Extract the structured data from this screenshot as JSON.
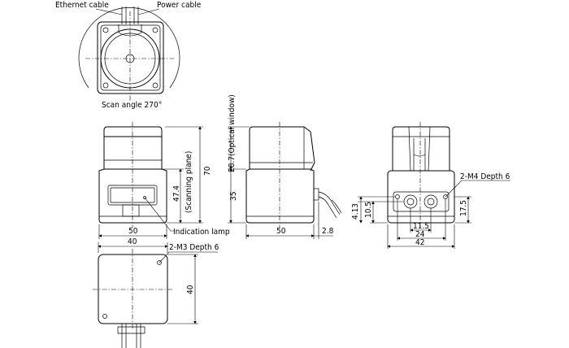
{
  "top_view": {
    "ethernet_cable": "Ethernet cable",
    "power_cable": "Power cable",
    "scan_angle": "Scan angle 270°"
  },
  "front_view": {
    "dim_height": "70",
    "dim_scanning_value": "47.4",
    "dim_scanning_label": "(Scanning plane)",
    "dim_width": "50",
    "indication_lamp": "Indication lamp"
  },
  "side_view": {
    "dim_optical": "28.7(Optical window)",
    "dim_base": "35",
    "dim_width": "50",
    "dim_offset": "2.8"
  },
  "rear_view": {
    "mount_holes": "2-M4 Depth 6",
    "dim_413": "4.13",
    "dim_105": "10.5",
    "dim_175": "17.5",
    "dim_115": "11.5",
    "dim_24": "24",
    "dim_42": "42"
  },
  "bottom_view": {
    "dim_width": "40",
    "mount_holes": "2-M3 Depth 6",
    "dim_height": "40"
  }
}
